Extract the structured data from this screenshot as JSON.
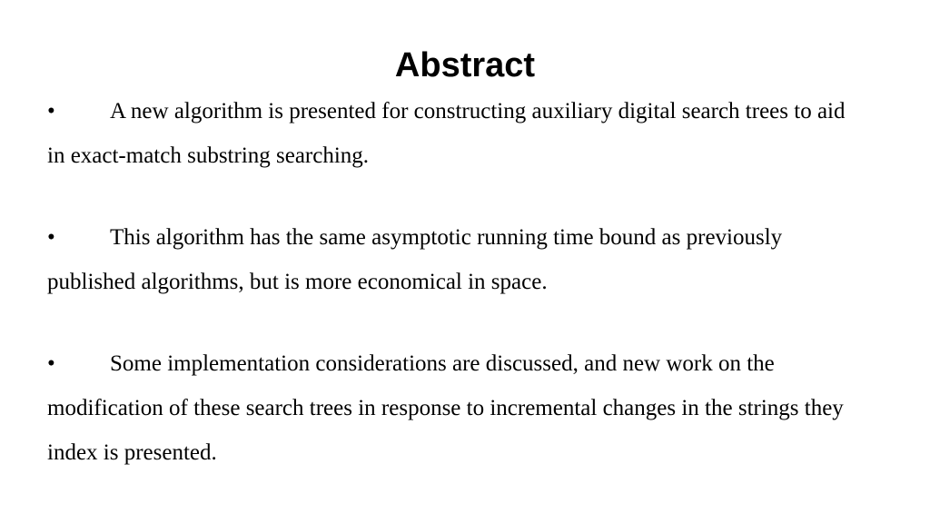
{
  "slide": {
    "title": "Abstract",
    "bullets": [
      {
        "marker": "•",
        "text": "A new algorithm is presented for constructing auxiliary digital search trees to aid in exact-match substring searching."
      },
      {
        "marker": "•",
        "text": "This algorithm has the same asymptotic running time bound as previously published algorithms, but is more economical in space."
      },
      {
        "marker": "•",
        "text": "Some implementation considerations are discussed, and new work on the modification of these search trees in response to incremental changes in the strings they index is presented."
      }
    ]
  }
}
